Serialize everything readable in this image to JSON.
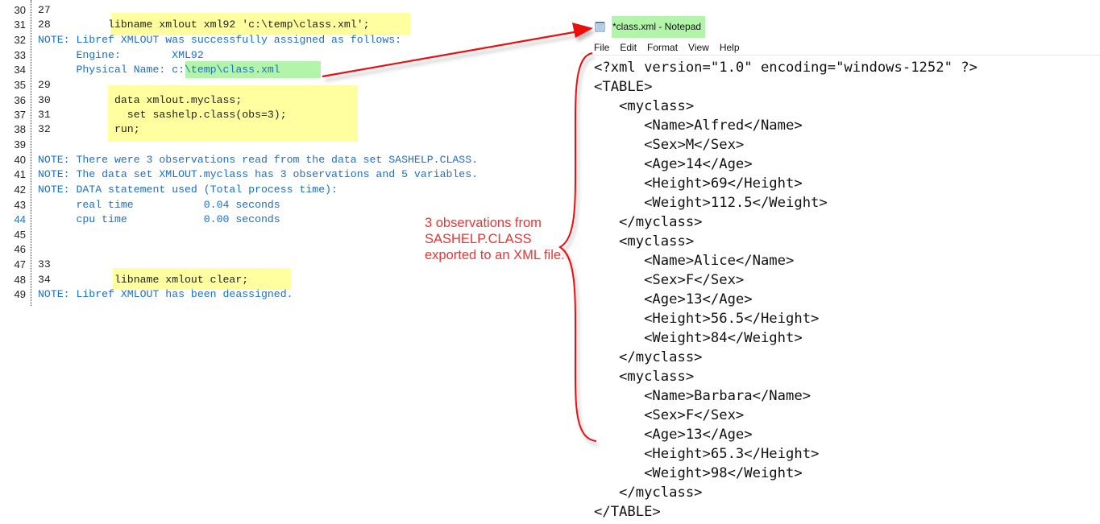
{
  "sas_log": {
    "rows": [
      {
        "num": "30",
        "text": "27",
        "type": "code",
        "num_blue": false
      },
      {
        "num": "31",
        "text": "28         libname xmlout xml92 'c:\\temp\\class.xml';",
        "type": "code",
        "num_blue": false
      },
      {
        "num": "32",
        "text": "NOTE: Libref XMLOUT was successfully assigned as follows:",
        "type": "note",
        "num_blue": false
      },
      {
        "num": "33",
        "text": "      Engine:        XML92",
        "type": "note",
        "num_blue": false
      },
      {
        "num": "34",
        "text": "      Physical Name: c:\\temp\\class.xml",
        "type": "note",
        "num_blue": false
      },
      {
        "num": "35",
        "text": "29",
        "type": "code",
        "num_blue": false
      },
      {
        "num": "36",
        "text": "30          data xmlout.myclass;",
        "type": "code",
        "num_blue": false
      },
      {
        "num": "37",
        "text": "31            set sashelp.class(obs=3);",
        "type": "code",
        "num_blue": false
      },
      {
        "num": "38",
        "text": "32          run;",
        "type": "code",
        "num_blue": false
      },
      {
        "num": "39",
        "text": "",
        "type": "code",
        "num_blue": false
      },
      {
        "num": "40",
        "text": "NOTE: There were 3 observations read from the data set SASHELP.CLASS.",
        "type": "note",
        "num_blue": false
      },
      {
        "num": "41",
        "text": "NOTE: The data set XMLOUT.myclass has 3 observations and 5 variables.",
        "type": "note",
        "num_blue": false
      },
      {
        "num": "42",
        "text": "NOTE: DATA statement used (Total process time):",
        "type": "note",
        "num_blue": false
      },
      {
        "num": "43",
        "text": "      real time           0.04 seconds",
        "type": "note",
        "num_blue": false
      },
      {
        "num": "44",
        "text": "      cpu time            0.00 seconds",
        "type": "note",
        "num_blue": true
      },
      {
        "num": "45",
        "text": "",
        "type": "code",
        "num_blue": false
      },
      {
        "num": "46",
        "text": "",
        "type": "code",
        "num_blue": false
      },
      {
        "num": "47",
        "text": "33",
        "type": "code",
        "num_blue": false
      },
      {
        "num": "48",
        "text": "34          libname xmlout clear;",
        "type": "code",
        "num_blue": false
      },
      {
        "num": "49",
        "text": "NOTE: Libref XMLOUT has been deassigned.",
        "type": "note",
        "num_blue": false
      }
    ]
  },
  "notepad": {
    "title": "*class.xml - Notepad",
    "menu": [
      "File",
      "Edit",
      "Format",
      "View",
      "Help"
    ],
    "lines": [
      "<?xml version=\"1.0\" encoding=\"windows-1252\" ?>",
      "<TABLE>",
      "   <myclass>",
      "      <Name>Alfred</Name>",
      "      <Sex>M</Sex>",
      "      <Age>14</Age>",
      "      <Height>69</Height>",
      "      <Weight>112.5</Weight>",
      "   </myclass>",
      "   <myclass>",
      "      <Name>Alice</Name>",
      "      <Sex>F</Sex>",
      "      <Age>13</Age>",
      "      <Height>56.5</Height>",
      "      <Weight>84</Weight>",
      "   </myclass>",
      "   <myclass>",
      "      <Name>Barbara</Name>",
      "      <Sex>F</Sex>",
      "      <Age>13</Age>",
      "      <Height>65.3</Height>",
      "      <Weight>98</Weight>",
      "   </myclass>",
      "</TABLE>"
    ]
  },
  "annotation": {
    "text": "3 observations from SASHELP.CLASS exported to an XML file.",
    "color": "#ee3333"
  },
  "colors": {
    "note_text": "#1c6fc9",
    "code_highlight": "#ffff9f",
    "path_highlight": "#b2f5aa",
    "arrow": "#ee1111"
  }
}
